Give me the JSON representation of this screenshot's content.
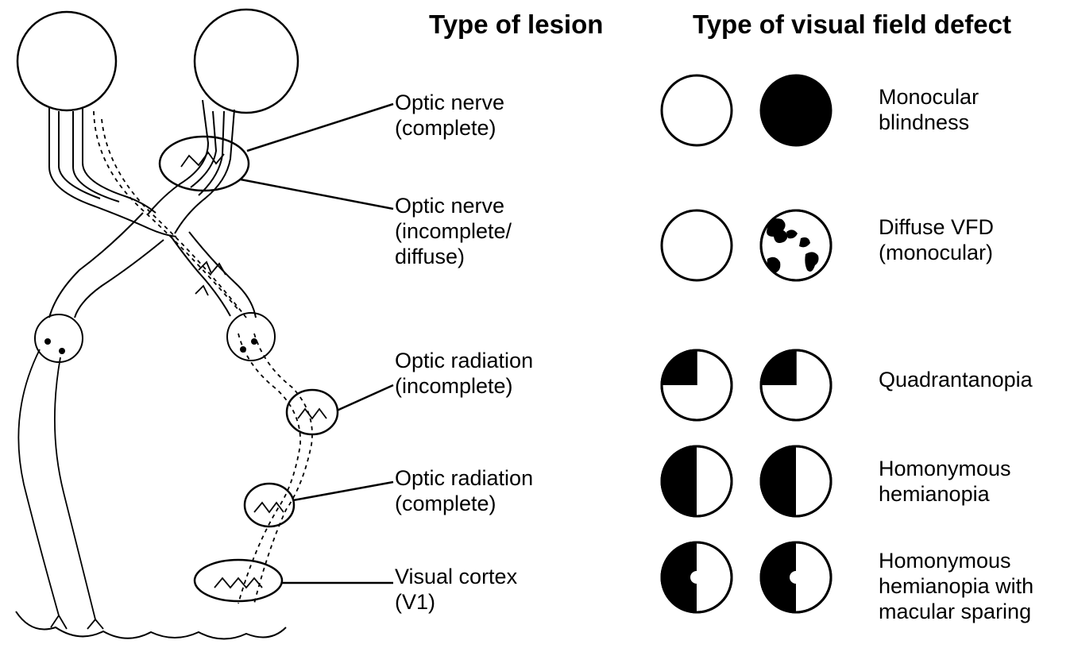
{
  "headers": {
    "lesion": "Type of lesion",
    "defect": "Type of visual field defect"
  },
  "rows": [
    {
      "lesion": [
        "Optic nerve",
        "(complete)"
      ],
      "defect": [
        "Monocular",
        "blindness"
      ]
    },
    {
      "lesion": [
        "Optic nerve",
        "(incomplete/",
        "diffuse)"
      ],
      "defect": [
        "Diffuse VFD",
        "(monocular)"
      ]
    },
    {
      "lesion": [
        "Optic radiation",
        "(incomplete)"
      ],
      "defect": [
        "Quadrantanopia"
      ]
    },
    {
      "lesion": [
        "Optic radiation",
        "(complete)"
      ],
      "defect": [
        "Homonymous",
        "hemianopia"
      ]
    },
    {
      "lesion": [
        "Visual cortex",
        "(V1)"
      ],
      "defect": [
        "Homonymous",
        "hemianopia with",
        "macular sparing"
      ]
    }
  ],
  "colors": {
    "ink": "#000000",
    "paper": "#ffffff"
  }
}
